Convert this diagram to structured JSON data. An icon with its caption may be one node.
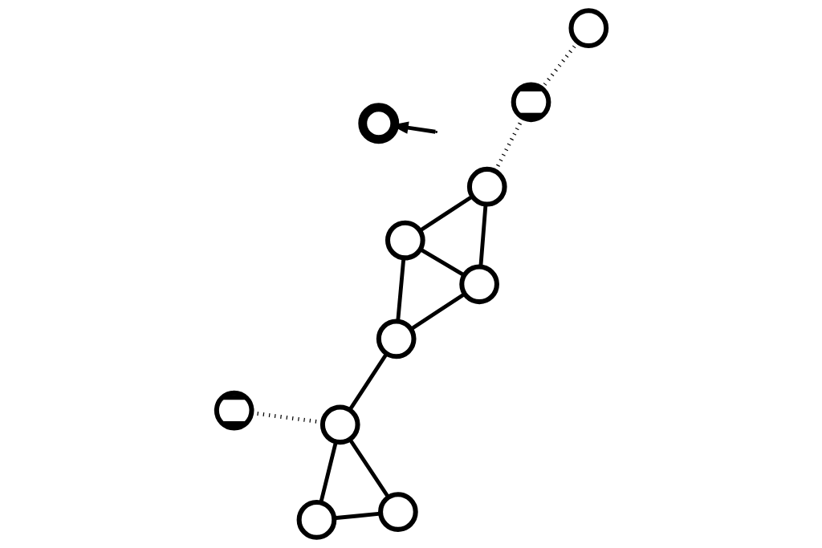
{
  "diagram": {
    "nodes": [
      {
        "text": [],
        "shape": "circle"
      },
      {
        "text": [],
        "shape": "circle"
      },
      {
        "text": [],
        "shape": "circle"
      },
      {
        "text": [],
        "shape": "circle"
      },
      {
        "text": [],
        "shape": "circle"
      },
      {
        "text": [],
        "shape": "circle"
      },
      {
        "text": [],
        "shape": "circle"
      },
      {
        "text": [],
        "shape": "circle"
      },
      {
        "text": [],
        "shape": "circle"
      },
      {
        "text": [],
        "shape": "circle"
      },
      {
        "text": [],
        "shape": "circle"
      }
    ],
    "edges": [
      {
        "from": 0,
        "to": 2,
        "arrow": "none"
      },
      {
        "from": 0,
        "to": 4,
        "arrow": "none"
      },
      {
        "from": 0,
        "to": 8,
        "arrow": "none"
      },
      {
        "from": 4,
        "to": 2,
        "arrow": "none"
      },
      {
        "from": 4,
        "to": 8,
        "arrow": "none"
      },
      {
        "from": 2,
        "to": 3,
        "arrow": "none",
        "style": "dashed"
      },
      {
        "from": 1,
        "to": 3,
        "arrow": "none",
        "style": "dashed"
      },
      {
        "from": 5,
        "to": 9,
        "arrow": "none",
        "style": "dashed"
      },
      {
        "from": 8,
        "to": 9,
        "arrow": "none"
      },
      {
        "from": 9,
        "to": 7,
        "arrow": "none"
      },
      {
        "from": 9,
        "to": 10,
        "arrow": "none"
      },
      {
        "from": 10,
        "to": 7,
        "arrow": "none"
      },
      {
        "from": null,
        "to": 6,
        "arrow": "to"
      }
    ]
  }
}
